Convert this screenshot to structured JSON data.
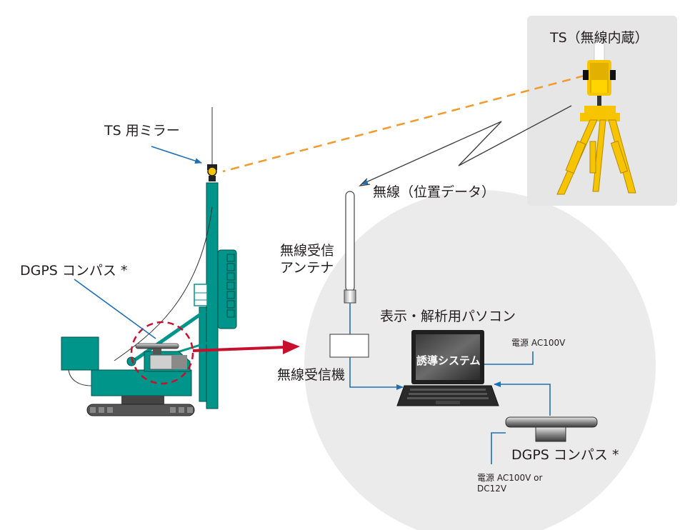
{
  "labels": {
    "ts_unit": "TS（無線内蔵）",
    "ts_mirror": "TS 用ミラー",
    "radio_data": "無線（位置データ）",
    "antenna_line1": "無線受信",
    "antenna_line2": "アンテナ",
    "dgps_left": "DGPS コンパス *",
    "pc_title": "表示・解析用パソコン",
    "screen_text": "誘導システム",
    "power_pc": "電源 AC100V",
    "receiver": "無線受信機",
    "dgps_right": "DGPS コンパス *",
    "power_dgps_line1": "電源 AC100V or",
    "power_dgps_line2": "DC12V"
  },
  "colors": {
    "machine_teal": "#00958a",
    "link_blue": "#1f6fb5",
    "laser_orange": "#f29a2e",
    "red_arrow": "#c8102e",
    "tripod_yellow": "#f6c400",
    "panel_gray": "#e6e6e6",
    "circle_gray": "#ebebeb"
  }
}
